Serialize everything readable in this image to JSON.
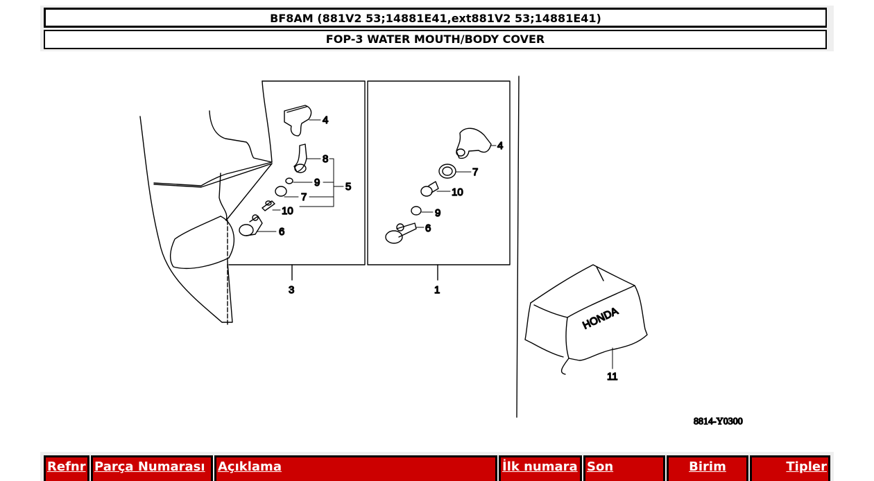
{
  "header": {
    "model": "BF8AM (881V2 53;14881E41,ext881V2 53;14881E41)",
    "group": "FOP-3 WATER MOUTH/BODY COVER"
  },
  "diagram": {
    "image_code": "8814-Y0300",
    "brand_text": "HONDA",
    "callouts": {
      "a4": "4",
      "a8": "8",
      "a9": "9",
      "a5": "5",
      "a7": "7",
      "a10": "10",
      "a6": "6",
      "a3": "3",
      "b4": "4",
      "b7": "7",
      "b10": "10",
      "b9": "9",
      "b6": "6",
      "b1": "1",
      "c11": "11"
    }
  },
  "table": {
    "columns": [
      {
        "label": "Refnr",
        "align": "left"
      },
      {
        "label": "Parça Numarası",
        "align": "left"
      },
      {
        "label": "Açıklama",
        "align": "left"
      },
      {
        "label": "İlk numara",
        "align": "left"
      },
      {
        "label": "Son",
        "align": "left"
      },
      {
        "label": "Birim",
        "align": "center"
      },
      {
        "label": "Tipler",
        "align": "right"
      }
    ]
  },
  "colors": {
    "header_red": "#cc0000",
    "frame_gray": "#efefef"
  }
}
